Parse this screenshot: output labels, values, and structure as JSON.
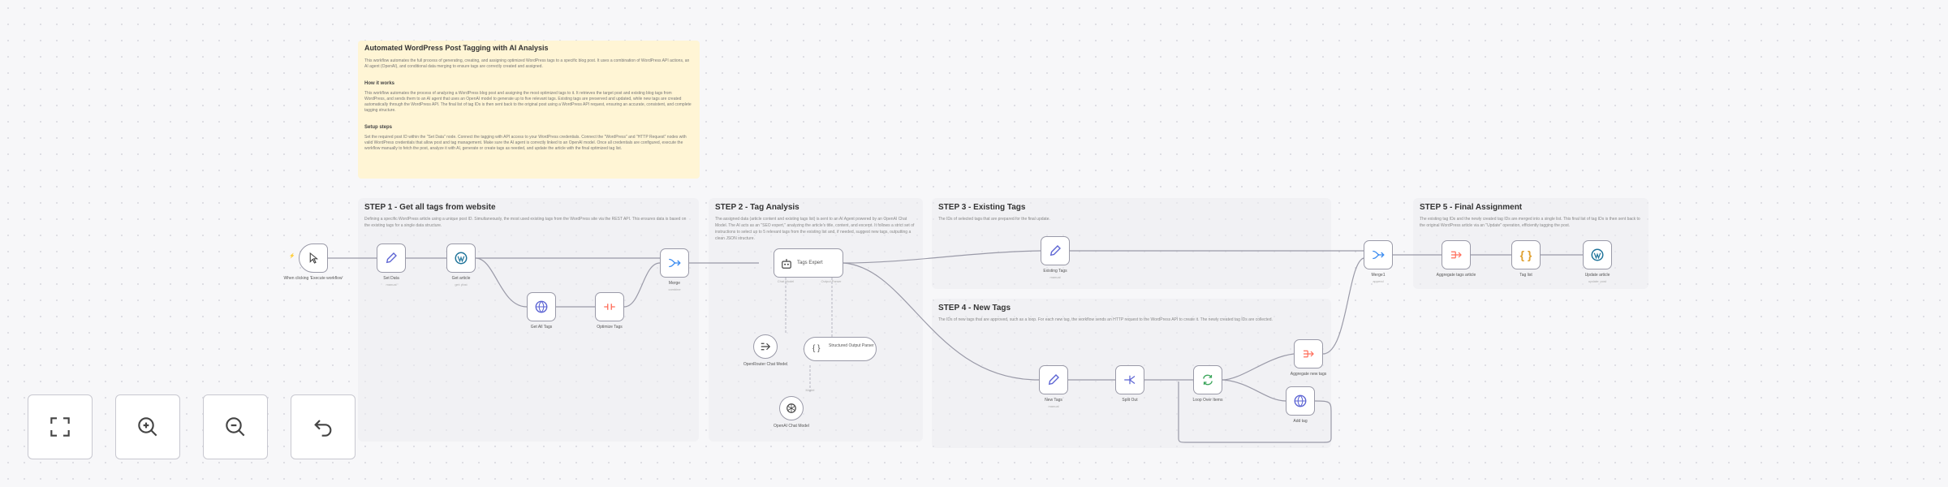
{
  "note": {
    "title": "Automated WordPress Post Tagging with AI Analysis",
    "intro": "This workflow automates the full process of generating, creating, and assigning optimized WordPress tags to a specific blog post. It uses a combination of WordPress API actions, an AI agent (OpenAI), and conditional data merging to ensure tags are correctly created and assigned.",
    "how_heading": "How it works",
    "how_text": "This workflow automates the process of analyzing a WordPress blog post and assigning the most optimized tags to it. It retrieves the target post and existing blog tags from WordPress, and sends them to an AI agent that uses an OpenAI model to generate up to five relevant tags. Existing tags are preserved and updated, while new tags are created automatically through the WordPress API. The final list of tag IDs is then sent back to the original post using a WordPress API request, ensuring an accurate, consistent, and complete tagging structure.",
    "setup_heading": "Setup steps",
    "setup_text": "Set the required post ID within the \"Set Data\" node. Connect the tagging with API access to your WordPress credentials. Connect the \"WordPress\" and \"HTTP Request\" nodes with valid WordPress credentials that allow post and tag management. Make sure the AI agent is correctly linked to an OpenAI model. Once all credentials are configured, execute the workflow manually to fetch the post, analyze it with AI, generate or create tags as needed, and update the article with the final optimized tag list."
  },
  "sections": [
    {
      "title": "STEP 1 - Get all tags from website",
      "desc": "Defining a specific WordPress article using a unique post ID. Simultaneously, the most used existing tags from the WordPress site via the REST API. This ensures data is based on the existing tags for a single data structure."
    },
    {
      "title": "STEP 2 - Tag Analysis",
      "desc": "The assigned data (article content and existing tags list) is sent to an AI Agent powered by an OpenAI Chat Model. The AI acts as an \"SEO expert,\" analyzing the article's title, content, and excerpt. It follows a strict set of instructions to select up to 5 relevant tags from the existing list and, if needed, suggest new tags, outputting a clean JSON structure."
    },
    {
      "title": "STEP 3 - Existing Tags",
      "desc": "The IDs of selected tags that are prepared for the final update."
    },
    {
      "title": "STEP 4 - New Tags",
      "desc": "The IDs of new tags that are approved, such as a loop. For each new tag, the workflow sends an HTTP request to the WordPress API to create it. The newly created tag IDs are collected."
    },
    {
      "title": "STEP 5 - Final Assignment",
      "desc": "The existing tag IDs and the newly created tag IDs are merged into a single list. This final list of tag IDs is then sent back to the original WordPress article via an \"Update\" operation, efficiently tagging the post."
    }
  ],
  "nodes": {
    "trigger": {
      "label": "When clicking 'Execute workflow'"
    },
    "set_data": {
      "label": "Set Data",
      "sub": "manual"
    },
    "get_article": {
      "label": "Get article",
      "sub": "get: post"
    },
    "get_all_tags": {
      "label": "Get All Tags"
    },
    "optimize_tags": {
      "label": "Optimize Tags"
    },
    "merge1": {
      "label": "Merge",
      "sub": "combine"
    },
    "tags_expert": {
      "label": "Tags Expert"
    },
    "chat_model": {
      "label": "OpenRouter Chat Model"
    },
    "parser": {
      "label": "Structured Output Parser"
    },
    "openai_model": {
      "label": "OpenAI Chat Model"
    },
    "existing_tags": {
      "label": "Existing Tags",
      "sub": "manual"
    },
    "new_tags": {
      "label": "New Tags",
      "sub": "manual"
    },
    "split_out": {
      "label": "Split Out"
    },
    "loop": {
      "label": "Loop Over Items"
    },
    "aggregate_new": {
      "label": "Aggregate new tags"
    },
    "add_tag": {
      "label": "Add tag"
    },
    "merge2": {
      "label": "Merge1",
      "sub": "append"
    },
    "aggregate_all": {
      "label": "Aggregate tags article"
    },
    "tags_code": {
      "label": "Tag list"
    },
    "update_article": {
      "label": "Update article",
      "sub": "update: post"
    }
  },
  "agent_ports": {
    "chat_model": "Chat Model",
    "output_parser": "Output Parser",
    "model": "Model"
  },
  "colors": {
    "accent": "#ff6d5a",
    "wordpress": "#21759b",
    "http": "#5b63d3",
    "merge": "#3d8df0",
    "loop": "#3aa55a",
    "note_bg": "#fff5d5"
  }
}
